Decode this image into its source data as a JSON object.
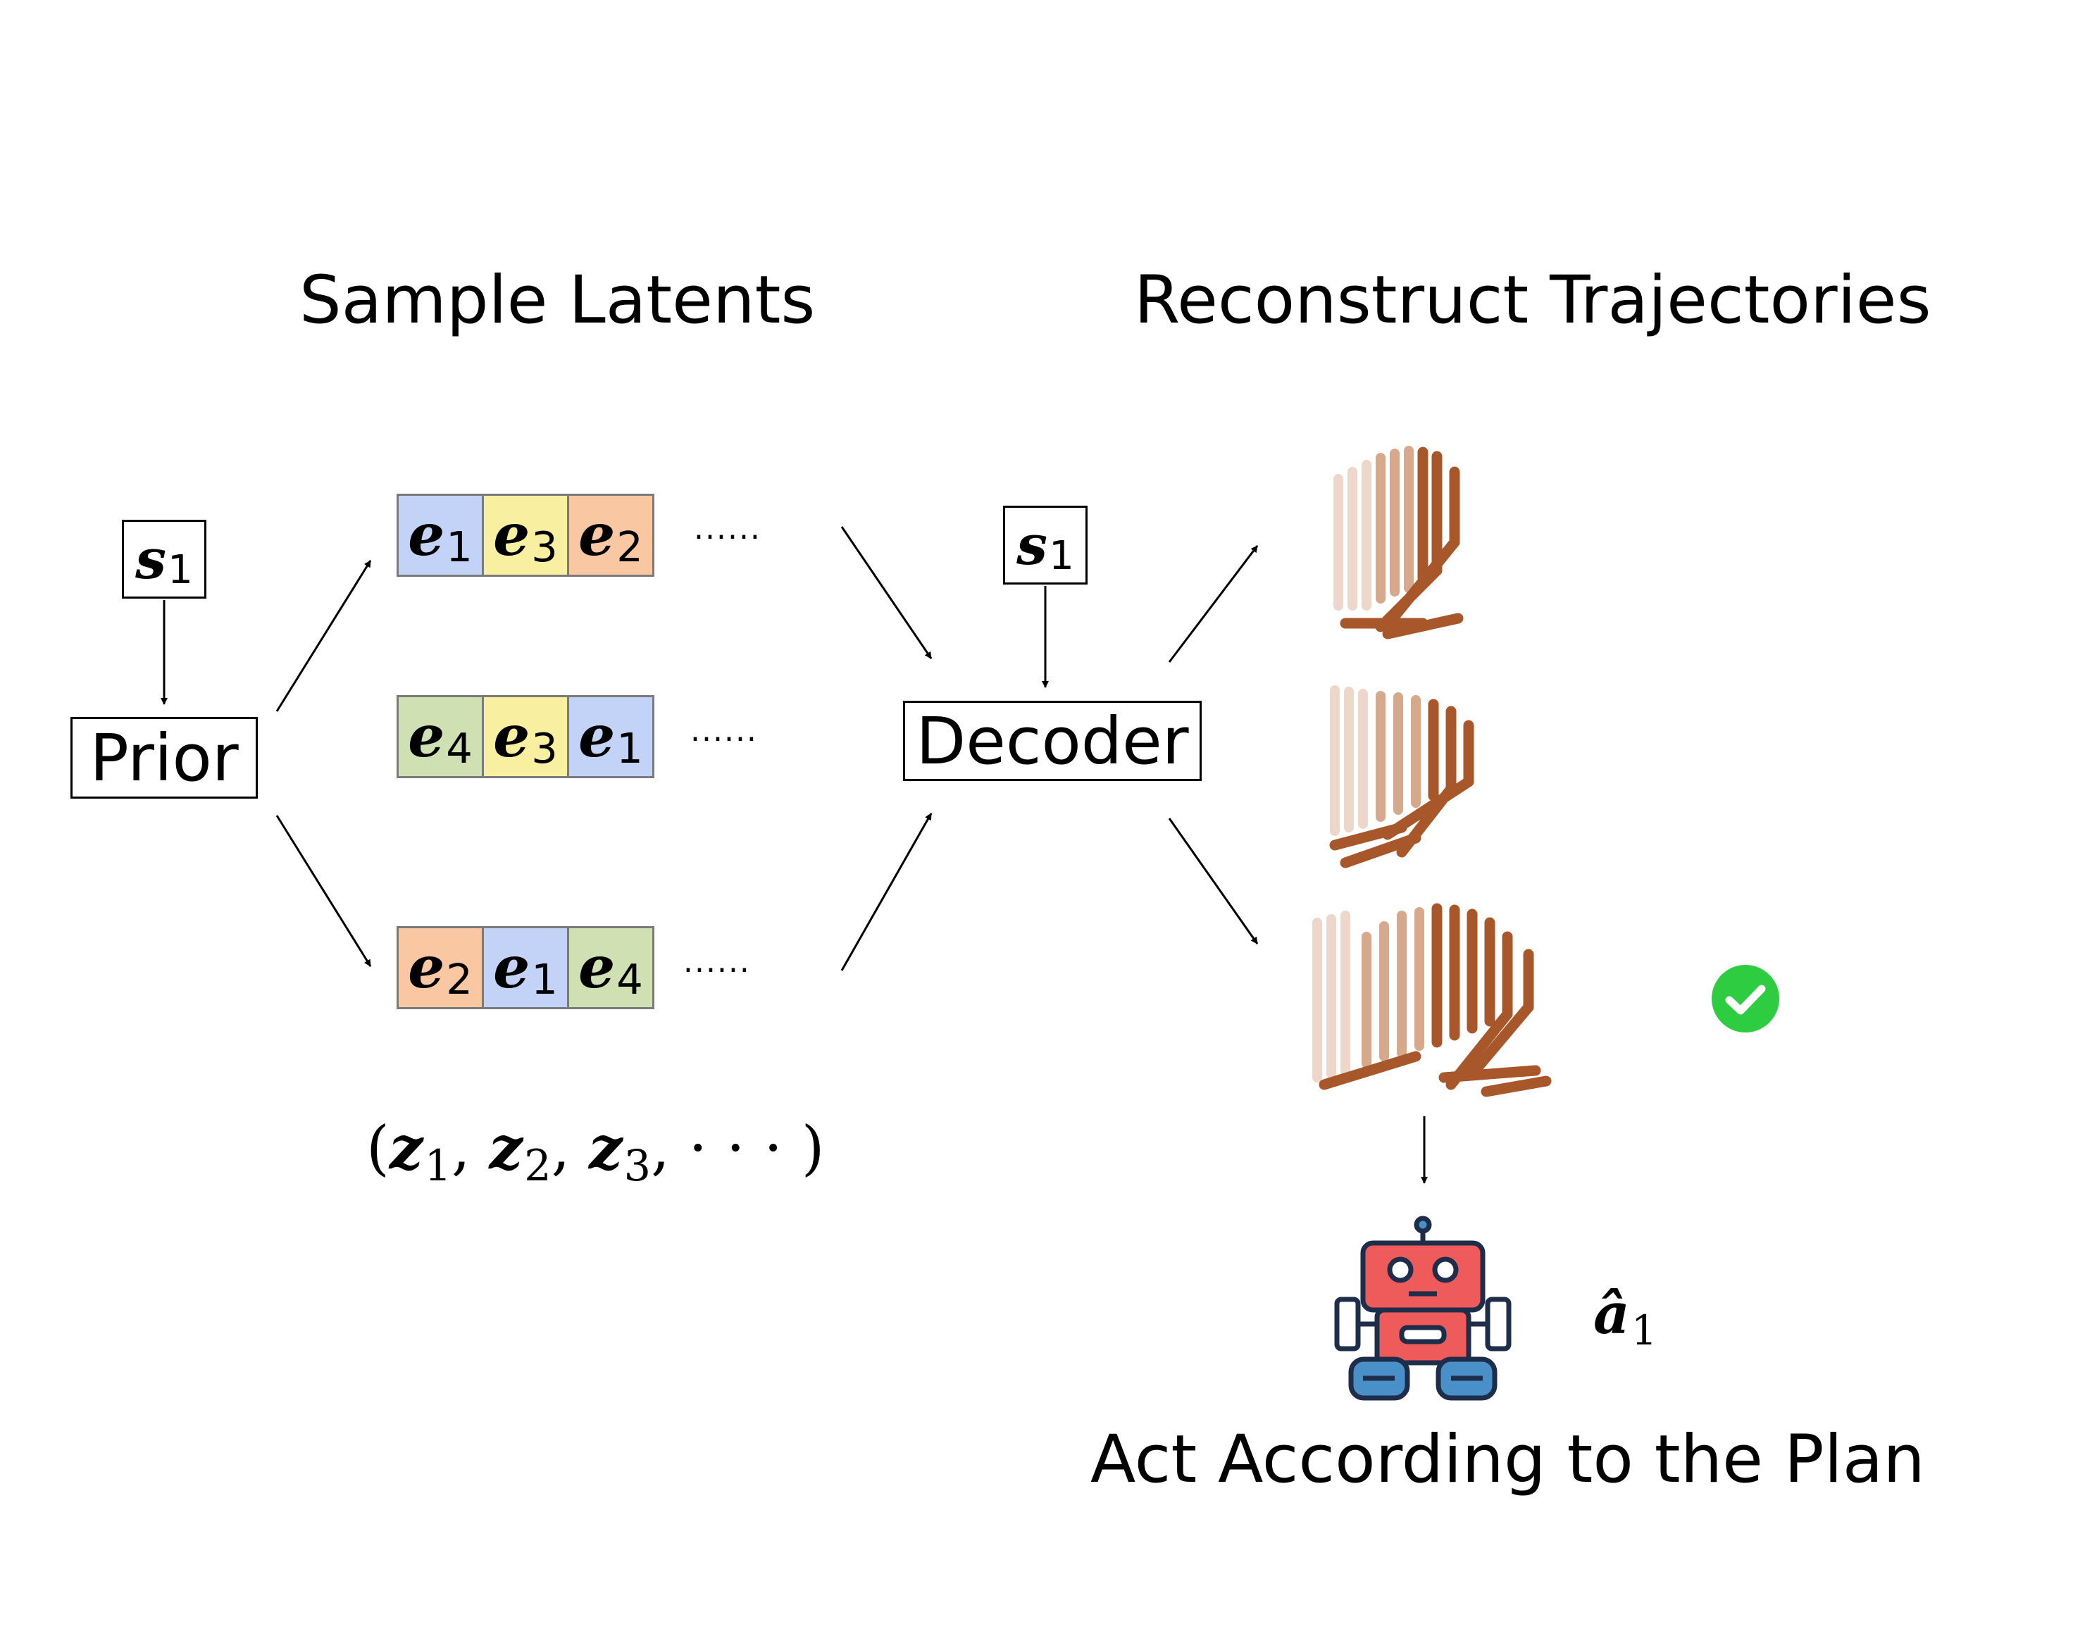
{
  "headings": {
    "sample_latents": "Sample Latents",
    "reconstruct_trajectories": "Reconstruct Trajectories",
    "act": "Act According to the Plan"
  },
  "prior": {
    "state_symbol": "s",
    "state_subscript": "1",
    "label": "Prior"
  },
  "decoder": {
    "state_symbol": "s",
    "state_subscript": "1",
    "label": "Decoder"
  },
  "sequences": [
    {
      "cells": [
        {
          "sym": "e",
          "sub": "1",
          "color": "#c3d3f7"
        },
        {
          "sym": "e",
          "sub": "3",
          "color": "#f8f0a0"
        },
        {
          "sym": "e",
          "sub": "2",
          "color": "#f9c8a3"
        }
      ],
      "dots": "......"
    },
    {
      "cells": [
        {
          "sym": "e",
          "sub": "4",
          "color": "#cfe0b2"
        },
        {
          "sym": "e",
          "sub": "3",
          "color": "#f8f0a0"
        },
        {
          "sym": "e",
          "sub": "1",
          "color": "#c3d3f7"
        }
      ],
      "dots": "......"
    },
    {
      "cells": [
        {
          "sym": "e",
          "sub": "2",
          "color": "#f9c8a3"
        },
        {
          "sym": "e",
          "sub": "1",
          "color": "#c3d3f7"
        },
        {
          "sym": "e",
          "sub": "4",
          "color": "#cfe0b2"
        }
      ],
      "dots": "......"
    }
  ],
  "latent_tuple": {
    "open": "(",
    "z_symbol": "z",
    "subs": [
      "1",
      "2",
      "3"
    ],
    "ellipsis": ", · · · )",
    "comma": ", "
  },
  "action": {
    "symbol": "â",
    "subscript": "1"
  },
  "icons": {
    "checkmark": "check-circle-icon",
    "robot": "robot-icon",
    "trajectory": "walker-trajectory-icon"
  },
  "colors": {
    "check_green": "#2ecc40",
    "robot_red": "#ef5b5b",
    "robot_blue": "#4a90c8",
    "trajectory_orange": "#b5642f"
  }
}
